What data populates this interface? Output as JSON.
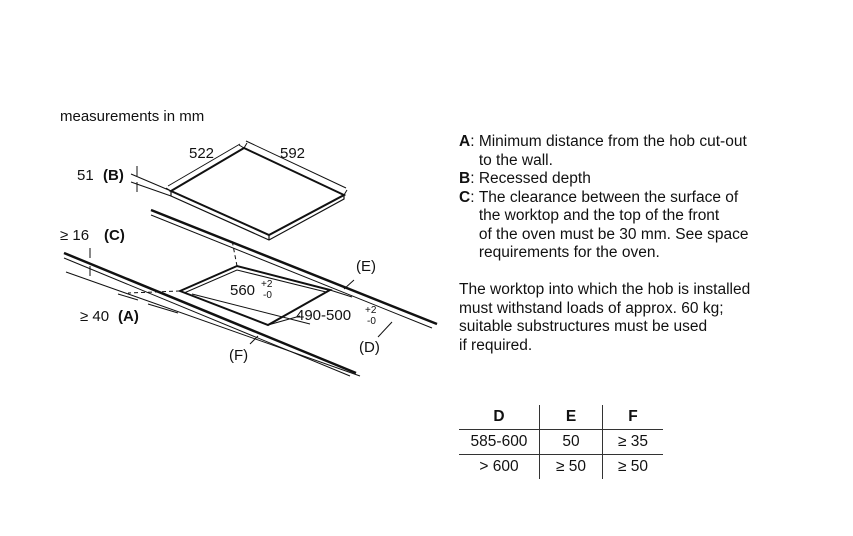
{
  "diagram": {
    "units_caption": "measurements in mm",
    "hob_depth": "522",
    "hob_width": "592",
    "depth_b": "51",
    "label_b": "(B)",
    "min_c": "≥ 16",
    "label_c": "(C)",
    "min_a": "≥ 40",
    "label_a": "(A)",
    "cutout_width": "560",
    "cutout_width_tol_plus": "+2",
    "cutout_width_tol_minus": "-0",
    "cutout_depth": "490-500",
    "cutout_depth_tol_plus": "+2",
    "cutout_depth_tol_minus": "-0",
    "label_d": "(D)",
    "label_e": "(E)",
    "label_f": "(F)"
  },
  "legend": [
    {
      "key": "A",
      "lines": [
        "Minimum distance from the hob cut-out",
        "to the wall."
      ]
    },
    {
      "key": "B",
      "lines": [
        "Recessed depth"
      ]
    },
    {
      "key": "C",
      "lines": [
        "The clearance between the surface of",
        "the worktop and the top of the front",
        "of the oven must be 30 mm. See space",
        "requirements for the oven."
      ]
    }
  ],
  "note": {
    "lines": [
      "The worktop into which the hob is installed",
      "must withstand loads of approx. 60 kg;",
      "suitable substructures must be used",
      "if required."
    ]
  },
  "table": {
    "headers": [
      "D",
      "E",
      "F"
    ],
    "rows": [
      [
        "585-600",
        "50",
        "≥ 35"
      ],
      [
        "> 600",
        "≥ 50",
        "≥ 50"
      ]
    ]
  }
}
